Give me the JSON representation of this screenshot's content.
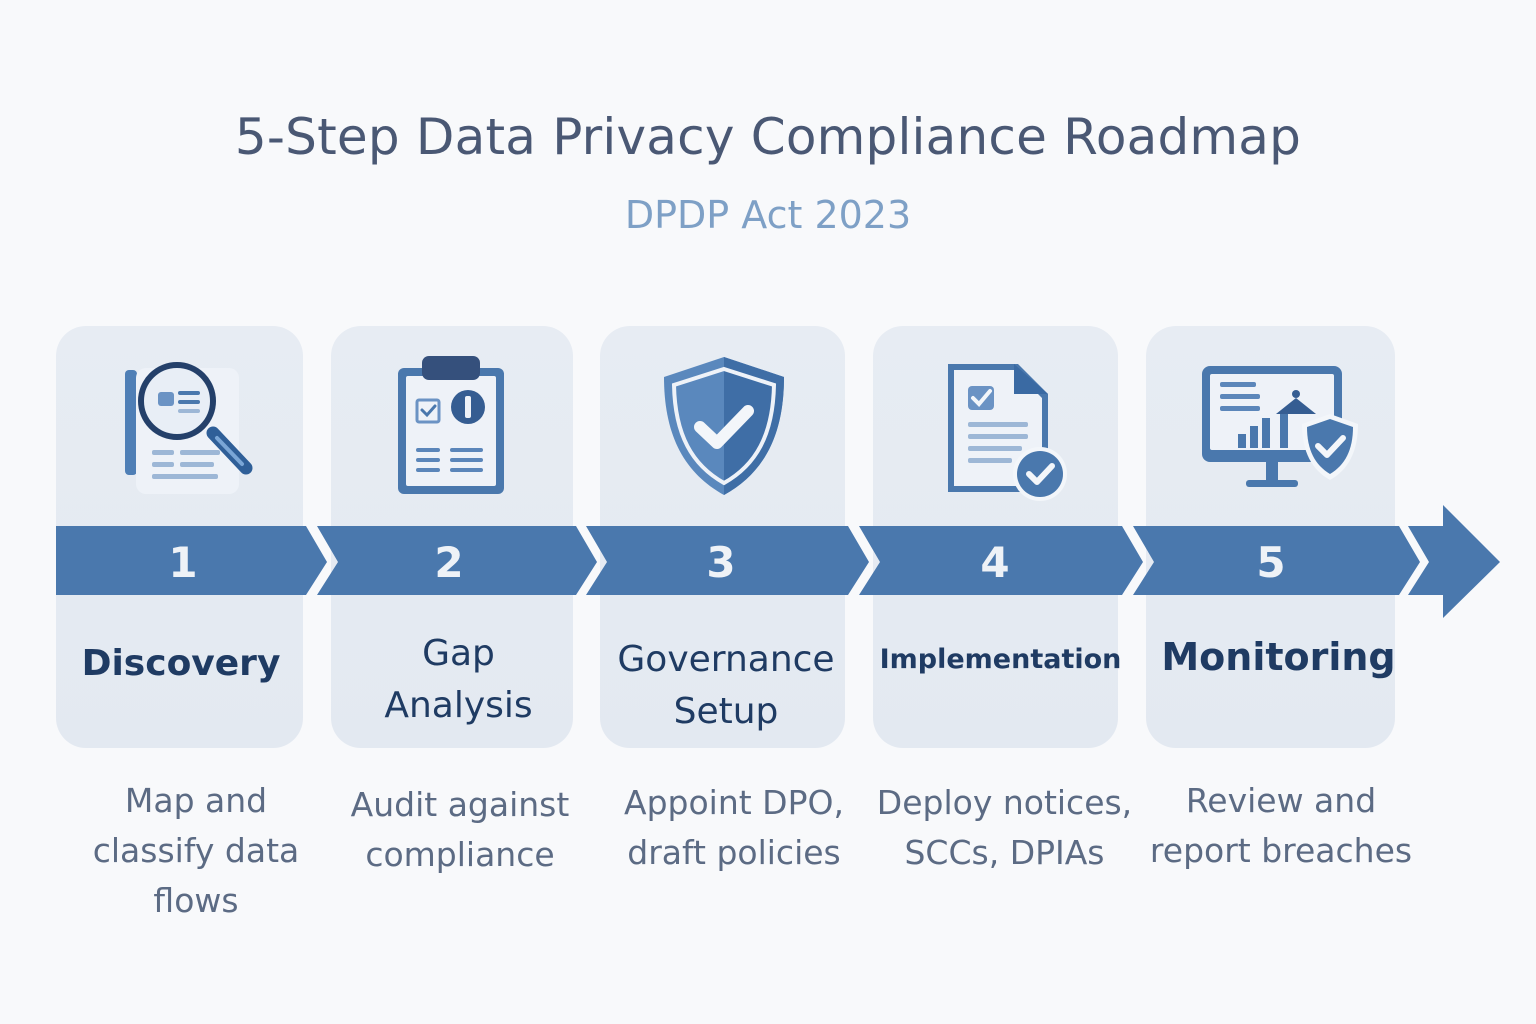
{
  "header": {
    "title": "5-Step Data Privacy Compliance Roadmap",
    "subtitle": "DPDP Act 2023"
  },
  "colors": {
    "background": "#f8f9fb",
    "card": "#e5eaf2",
    "arrow": "#4a78ad",
    "title_text": "#4a5874",
    "subtitle_text": "#7ea0c6",
    "step_title_text": "#1f3b63",
    "desc_text": "#5c6b84"
  },
  "steps": [
    {
      "number": "1",
      "title_lines": [
        "Discovery"
      ],
      "desc_lines": [
        "Map and",
        "classify data",
        "flows"
      ],
      "icon": "magnifier-document-icon"
    },
    {
      "number": "2",
      "title_lines": [
        "Gap",
        "Analysis"
      ],
      "desc_lines": [
        "Audit against",
        "compliance"
      ],
      "icon": "clipboard-checklist-icon"
    },
    {
      "number": "3",
      "title_lines": [
        "Governance",
        "Setup"
      ],
      "desc_lines": [
        "Appoint DPO,",
        "draft policies"
      ],
      "icon": "shield-check-icon"
    },
    {
      "number": "4",
      "title_lines": [
        "Implementation"
      ],
      "desc_lines": [
        "Deploy notices,",
        "SCCs, DPIAs"
      ],
      "icon": "document-check-icon"
    },
    {
      "number": "5",
      "title_lines": [
        "Monitoring"
      ],
      "desc_lines": [
        "Review and",
        "report breaches"
      ],
      "icon": "monitor-dashboard-shield-icon"
    }
  ]
}
